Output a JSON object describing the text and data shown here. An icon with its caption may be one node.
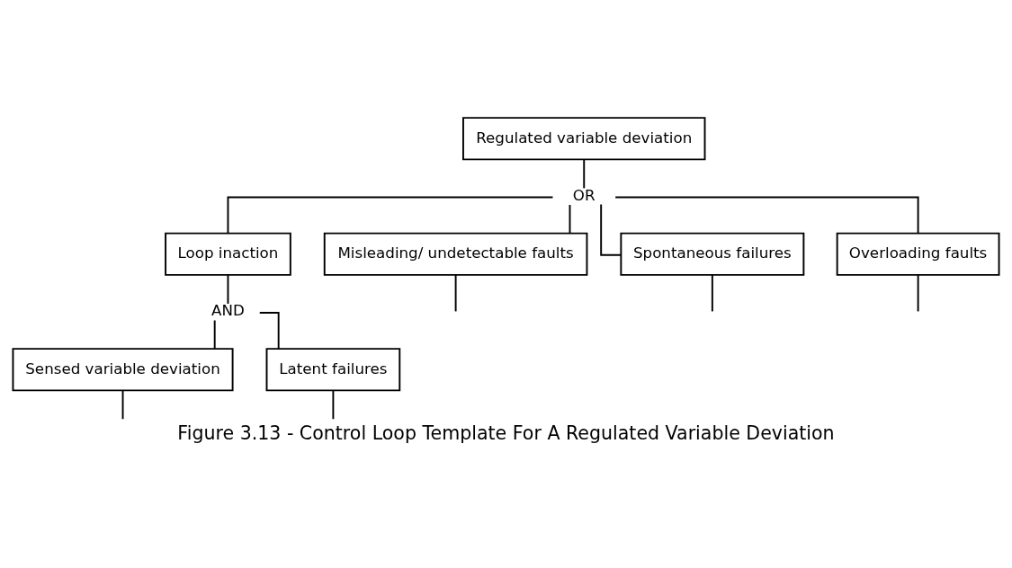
{
  "diagram": {
    "caption": "Figure 3.13 - Control Loop Template For A Regulated Variable Deviation",
    "nodes": [
      {
        "text": [
          "Regulated variable deviation"
        ]
      },
      {
        "text": [
          "OR"
        ]
      },
      {
        "text": [
          "Loop inaction"
        ]
      },
      {
        "text": [
          "Misleading/ undetectable faults"
        ]
      },
      {
        "text": [
          "Spontaneous failures"
        ]
      },
      {
        "text": [
          "Overloading faults"
        ]
      },
      {
        "text": [
          "AND"
        ]
      },
      {
        "text": [
          "Sensed variable deviation"
        ]
      },
      {
        "text": [
          "Latent failures"
        ]
      }
    ],
    "edges": [
      {
        "from": 0,
        "to": 1,
        "arrow": "none"
      },
      {
        "from": 1,
        "to": 2,
        "arrow": "none"
      },
      {
        "from": 1,
        "to": 3,
        "arrow": "none"
      },
      {
        "from": 1,
        "to": 4,
        "arrow": "none"
      },
      {
        "from": 1,
        "to": 5,
        "arrow": "none"
      },
      {
        "from": 2,
        "to": 6,
        "arrow": "none"
      },
      {
        "from": 6,
        "to": 7,
        "arrow": "none"
      },
      {
        "from": 6,
        "to": 8,
        "arrow": "none"
      },
      {
        "from": 3,
        "to": null,
        "arrow": "none"
      },
      {
        "from": 4,
        "to": null,
        "arrow": "none"
      },
      {
        "from": 5,
        "to": null,
        "arrow": "none"
      },
      {
        "from": 7,
        "to": null,
        "arrow": "none"
      },
      {
        "from": 8,
        "to": null,
        "arrow": "none"
      }
    ]
  }
}
